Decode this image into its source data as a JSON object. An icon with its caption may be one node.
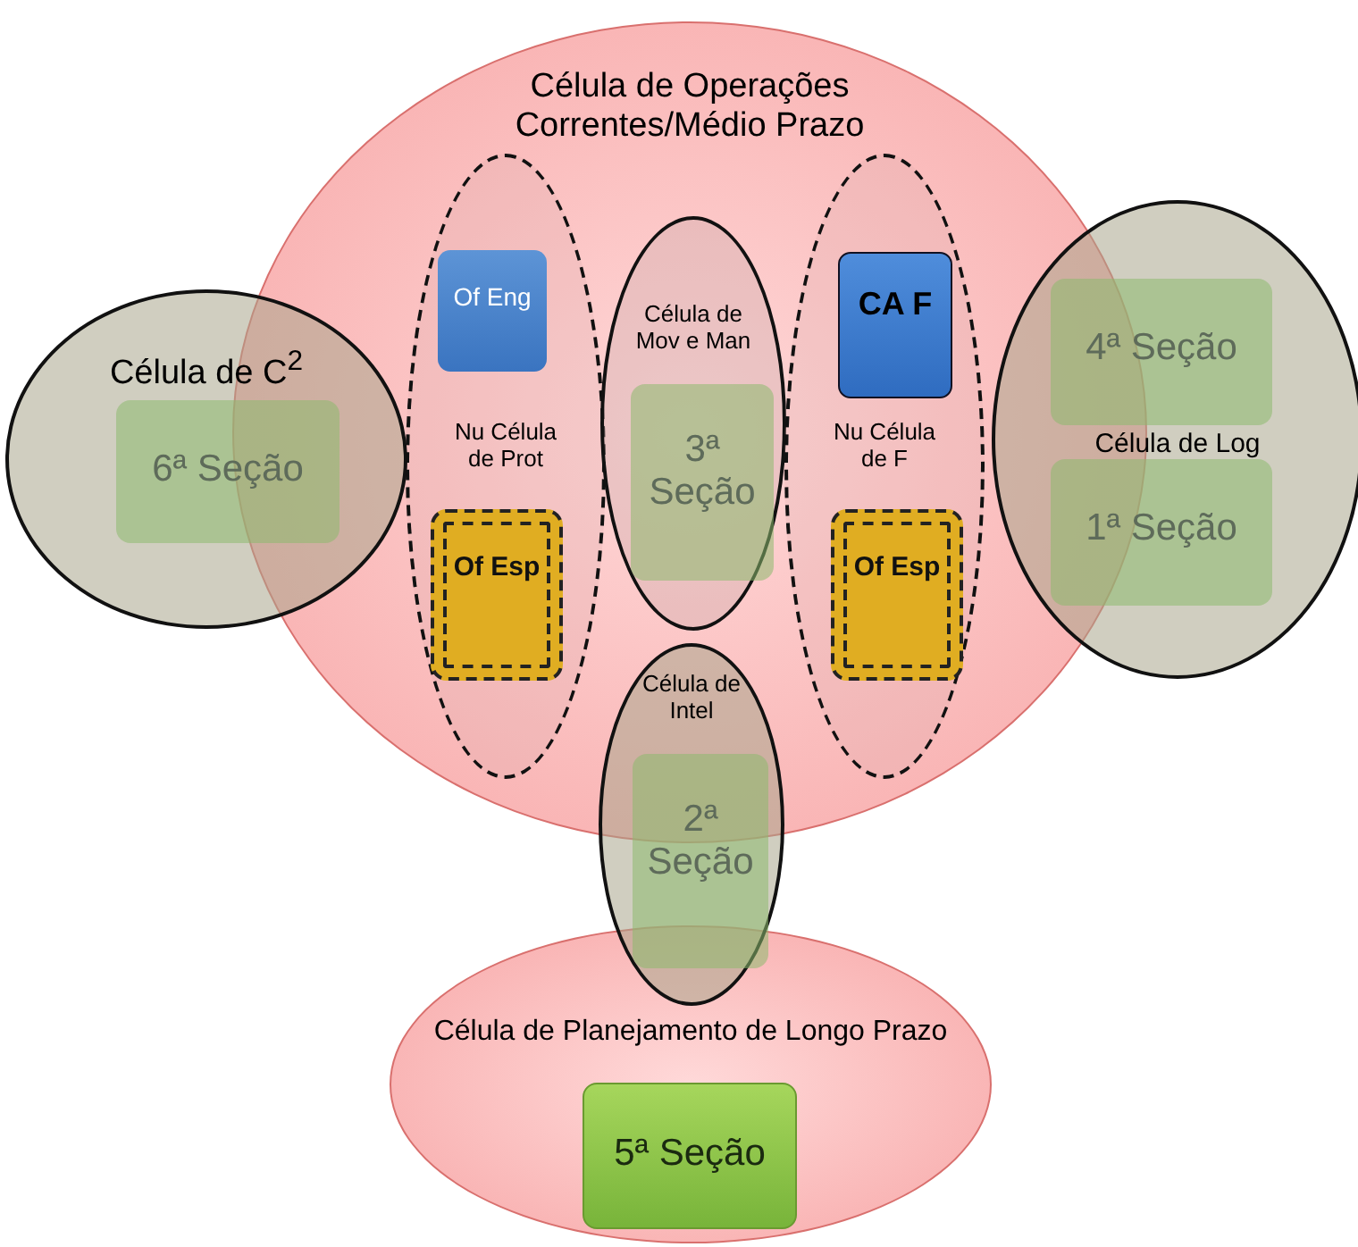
{
  "diagram": {
    "nodes": [
      {
        "text": [
          "Célula de Operações Correntes/Médio Prazo"
        ]
      },
      {
        "text": [
          "Célula de C$^{2}$"
        ]
      },
      {
        "text": [
          "6ª Seção"
        ],
        "in": 1
      },
      {
        "text": [
          "Nu Célula de Prot"
        ],
        "in": 0
      },
      {
        "text": [
          "Of Eng"
        ],
        "in": 3
      },
      {
        "text": [
          "Of Esp"
        ],
        "in": 3
      },
      {
        "text": [
          "Célula de Mov e Man"
        ],
        "in": 0
      },
      {
        "text": [
          "3ª Seção"
        ],
        "in": 6
      },
      {
        "text": [
          "Nu Célula de F"
        ],
        "in": 0
      },
      {
        "text": [
          "CA F"
        ],
        "in": 8
      },
      {
        "text": [
          "Of Esp"
        ],
        "in": 8
      },
      {
        "text": [
          "Célula de Log"
        ]
      },
      {
        "text": [
          "4ª Seção"
        ],
        "in": 11
      },
      {
        "text": [
          "1ª Seção"
        ],
        "in": 11
      },
      {
        "text": [
          "Célula de Intel"
        ]
      },
      {
        "text": [
          "2ª Seção"
        ],
        "in": 14
      },
      {
        "text": [
          "Célula de Planejamento de Longo Prazo"
        ]
      },
      {
        "text": [
          "5ª Seção"
        ],
        "in": 16
      }
    ]
  }
}
